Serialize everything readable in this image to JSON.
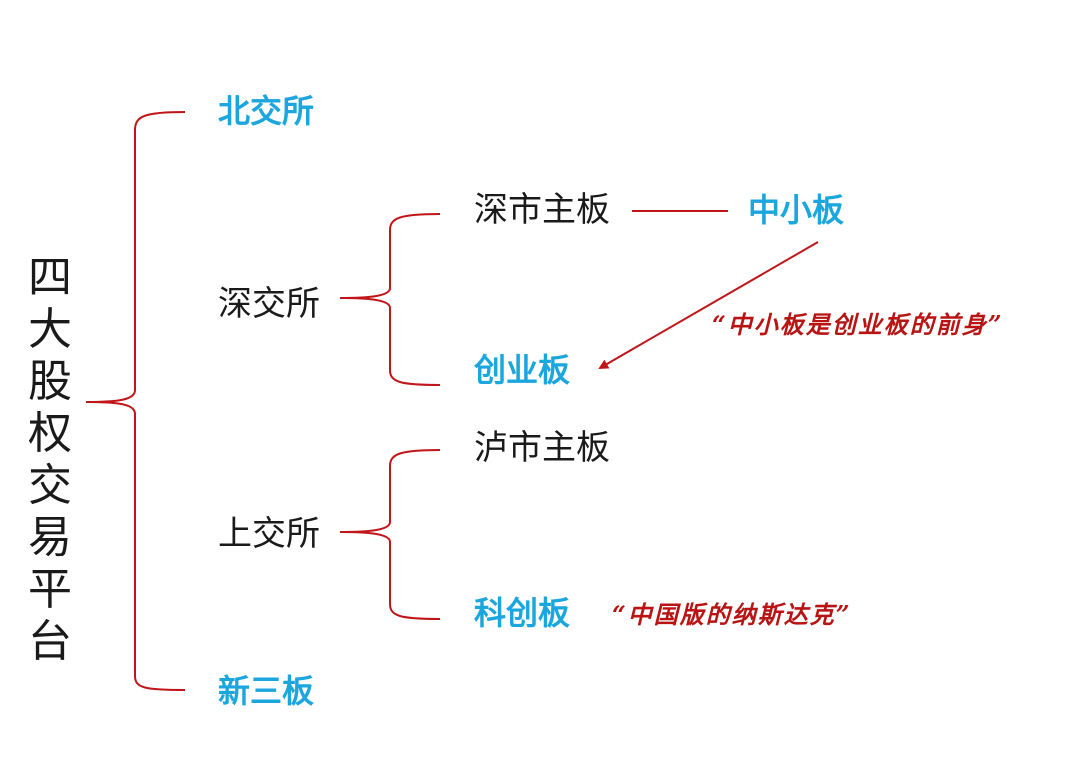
{
  "colors": {
    "bracket": "#c0161a",
    "highlight_text": "#1ba6dd",
    "normal_text": "#1a1a1a",
    "quote_text": "#b81414"
  },
  "root": {
    "title_chars": [
      "四",
      "大",
      "股",
      "权",
      "交",
      "易",
      "平",
      "台"
    ]
  },
  "exchanges": {
    "bjs": "北交所",
    "szs": "深交所",
    "shs": "上交所",
    "neeq": "新三板"
  },
  "boards": {
    "sz_main": "深市主板",
    "sme": "中小板",
    "chinext": "创业板",
    "sh_main": "泸市主板",
    "star": "科创板"
  },
  "annotations": {
    "sme_note": "“中小板是创业板的前身”",
    "star_note": "“中国版的纳斯达克”"
  }
}
